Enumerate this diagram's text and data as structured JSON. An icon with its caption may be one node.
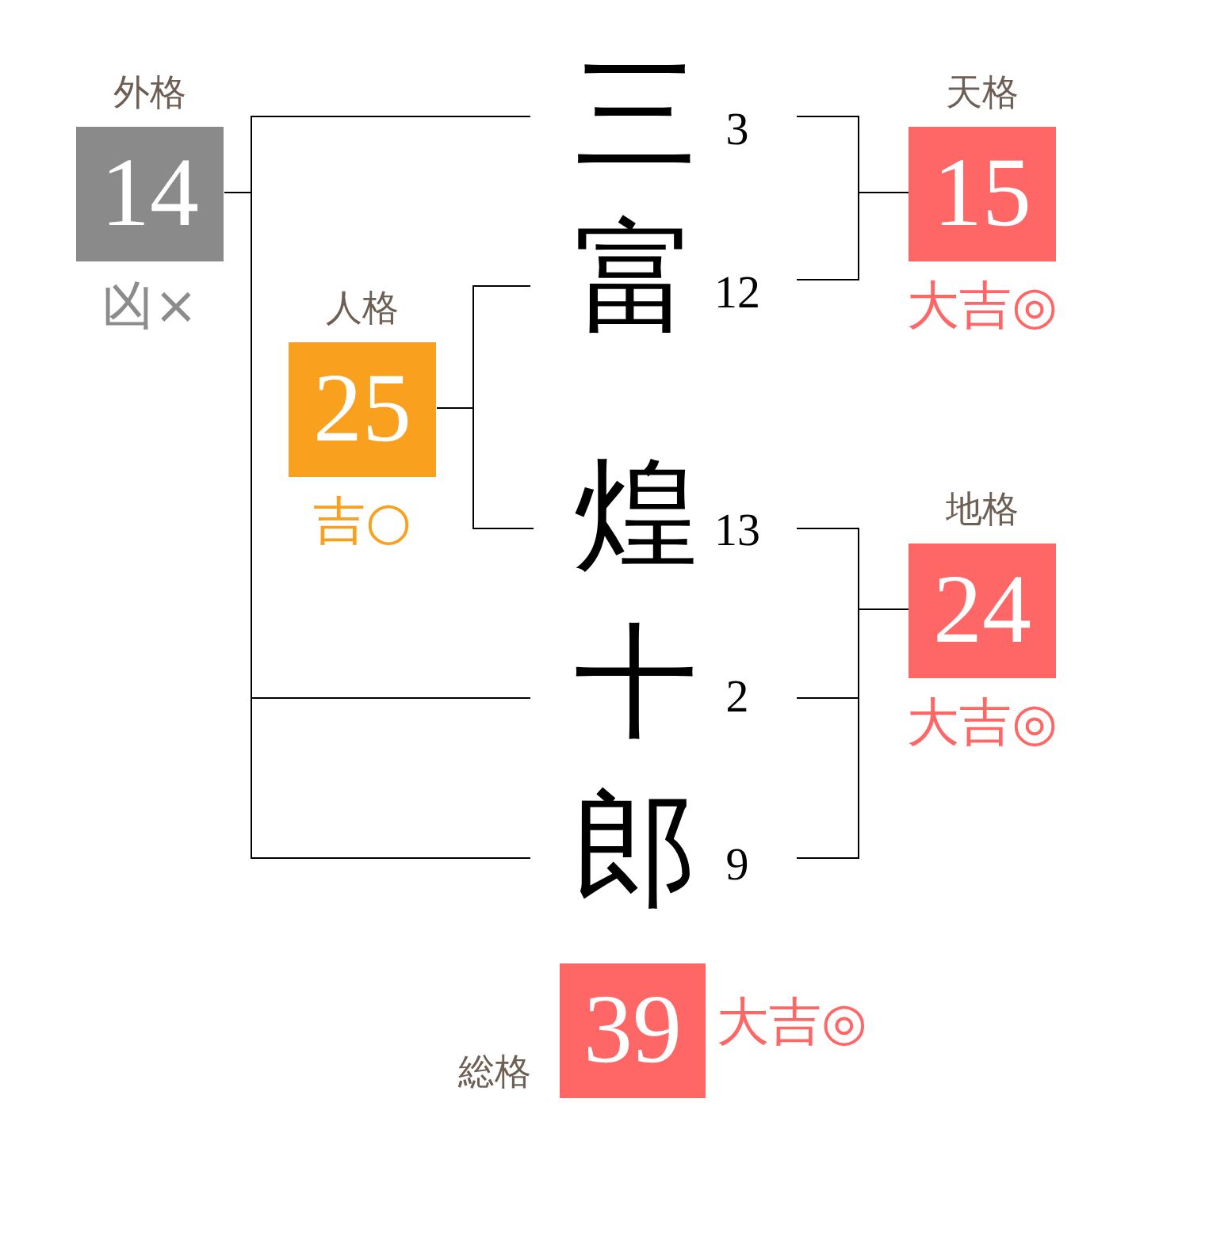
{
  "diagram": {
    "nodes": [
      {
        "text": [
          "外格",
          "14"
        ],
        "beside": [
          "凶×"
        ]
      },
      {
        "text": [
          "三"
        ],
        "beside": [
          "3"
        ]
      },
      {
        "text": [
          "天格",
          "15"
        ],
        "beside": [
          "大吉◎"
        ]
      },
      {
        "text": [
          "富"
        ],
        "beside": [
          "12"
        ]
      },
      {
        "text": [
          "人格",
          "25"
        ],
        "beside": [
          "吉○"
        ]
      },
      {
        "text": [
          "煌"
        ],
        "beside": [
          "13"
        ]
      },
      {
        "text": [
          "地格",
          "24"
        ],
        "beside": [
          "大吉◎"
        ]
      },
      {
        "text": [
          "十"
        ],
        "beside": [
          "2"
        ]
      },
      {
        "text": [
          "郎"
        ],
        "beside": [
          "9"
        ]
      },
      {
        "text": [
          "総格",
          "39"
        ],
        "beside": [
          "大吉◎"
        ]
      }
    ],
    "edges": [
      {
        "from": 1,
        "to": 0,
        "arrow": "none"
      },
      {
        "from": 7,
        "to": 0,
        "arrow": "none"
      },
      {
        "from": 8,
        "to": 0,
        "arrow": "none"
      },
      {
        "from": 1,
        "to": 2,
        "arrow": "none"
      },
      {
        "from": 3,
        "to": 2,
        "arrow": "none"
      },
      {
        "from": 3,
        "to": 4,
        "arrow": "none"
      },
      {
        "from": 5,
        "to": 4,
        "arrow": "none"
      },
      {
        "from": 5,
        "to": 6,
        "arrow": "none"
      },
      {
        "from": 7,
        "to": 6,
        "arrow": "none"
      },
      {
        "from": 8,
        "to": 6,
        "arrow": "none"
      }
    ]
  }
}
